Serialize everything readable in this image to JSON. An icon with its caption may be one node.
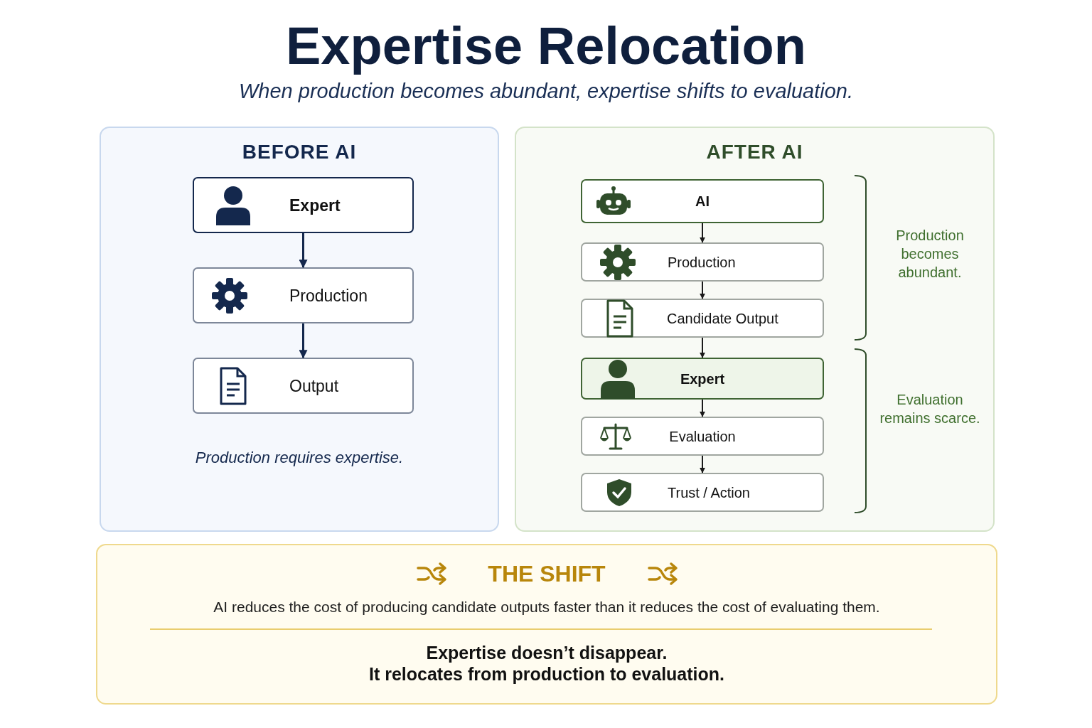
{
  "diagram": {
    "title": "Expertise Relocation",
    "nodes": [
      {
        "text": [
          "BEFORE AI",
          "Production requires expertise."
        ]
      },
      {
        "text": [
          "Expert"
        ],
        "in": 0
      },
      {
        "text": [
          "Production"
        ],
        "in": 0
      },
      {
        "text": [
          "Output"
        ],
        "in": 0
      },
      {
        "text": [
          "AFTER AI"
        ]
      },
      {
        "text": [
          "AI"
        ],
        "in": 4
      },
      {
        "text": [
          "Production"
        ],
        "in": 4
      },
      {
        "text": [
          "Candidate Output"
        ],
        "in": 4
      },
      {
        "text": [
          "Expert"
        ],
        "in": 4
      },
      {
        "text": [
          "Evaluation"
        ],
        "in": 4
      },
      {
        "text": [
          "Trust / Action"
        ],
        "in": 4
      },
      {
        "text": [
          "THE SHIFT",
          "AI reduces the cost of producing candidate outputs faster than it reduces the cost of evaluating them.",
          "Expertise doesn’t disappear.",
          "It relocates from production to evaluation."
        ]
      }
    ],
    "edges": [
      {
        "from": 1,
        "to": 2,
        "arrow": "to"
      },
      {
        "from": 2,
        "to": 3,
        "arrow": "to"
      },
      {
        "from": 5,
        "to": 6,
        "arrow": "to"
      },
      {
        "from": 6,
        "to": 7,
        "arrow": "to"
      },
      {
        "from": 7,
        "to": 8,
        "arrow": "to"
      },
      {
        "from": 8,
        "to": 9,
        "arrow": "to"
      },
      {
        "from": 9,
        "to": 10,
        "arrow": "to"
      }
    ],
    "labels": [
      "When production becomes abundant, expertise shifts to evaluation.",
      "Production becomes abundant.",
      "Evaluation remains scarce."
    ]
  }
}
